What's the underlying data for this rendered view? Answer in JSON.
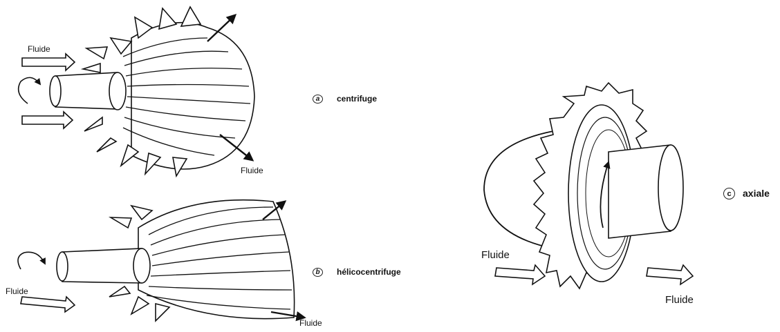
{
  "figures": {
    "a": {
      "marker": "a",
      "caption": "centrifuge",
      "fluid_in": "Fluide",
      "fluid_out": "Fluide"
    },
    "b": {
      "marker": "b",
      "caption": "hélicocentrifuge",
      "fluid_in": "Fluide",
      "fluid_out": "Fluide"
    },
    "c": {
      "marker": "c",
      "caption": "axiale",
      "fluid_in": "Fluide",
      "fluid_out": "Fluide"
    }
  }
}
